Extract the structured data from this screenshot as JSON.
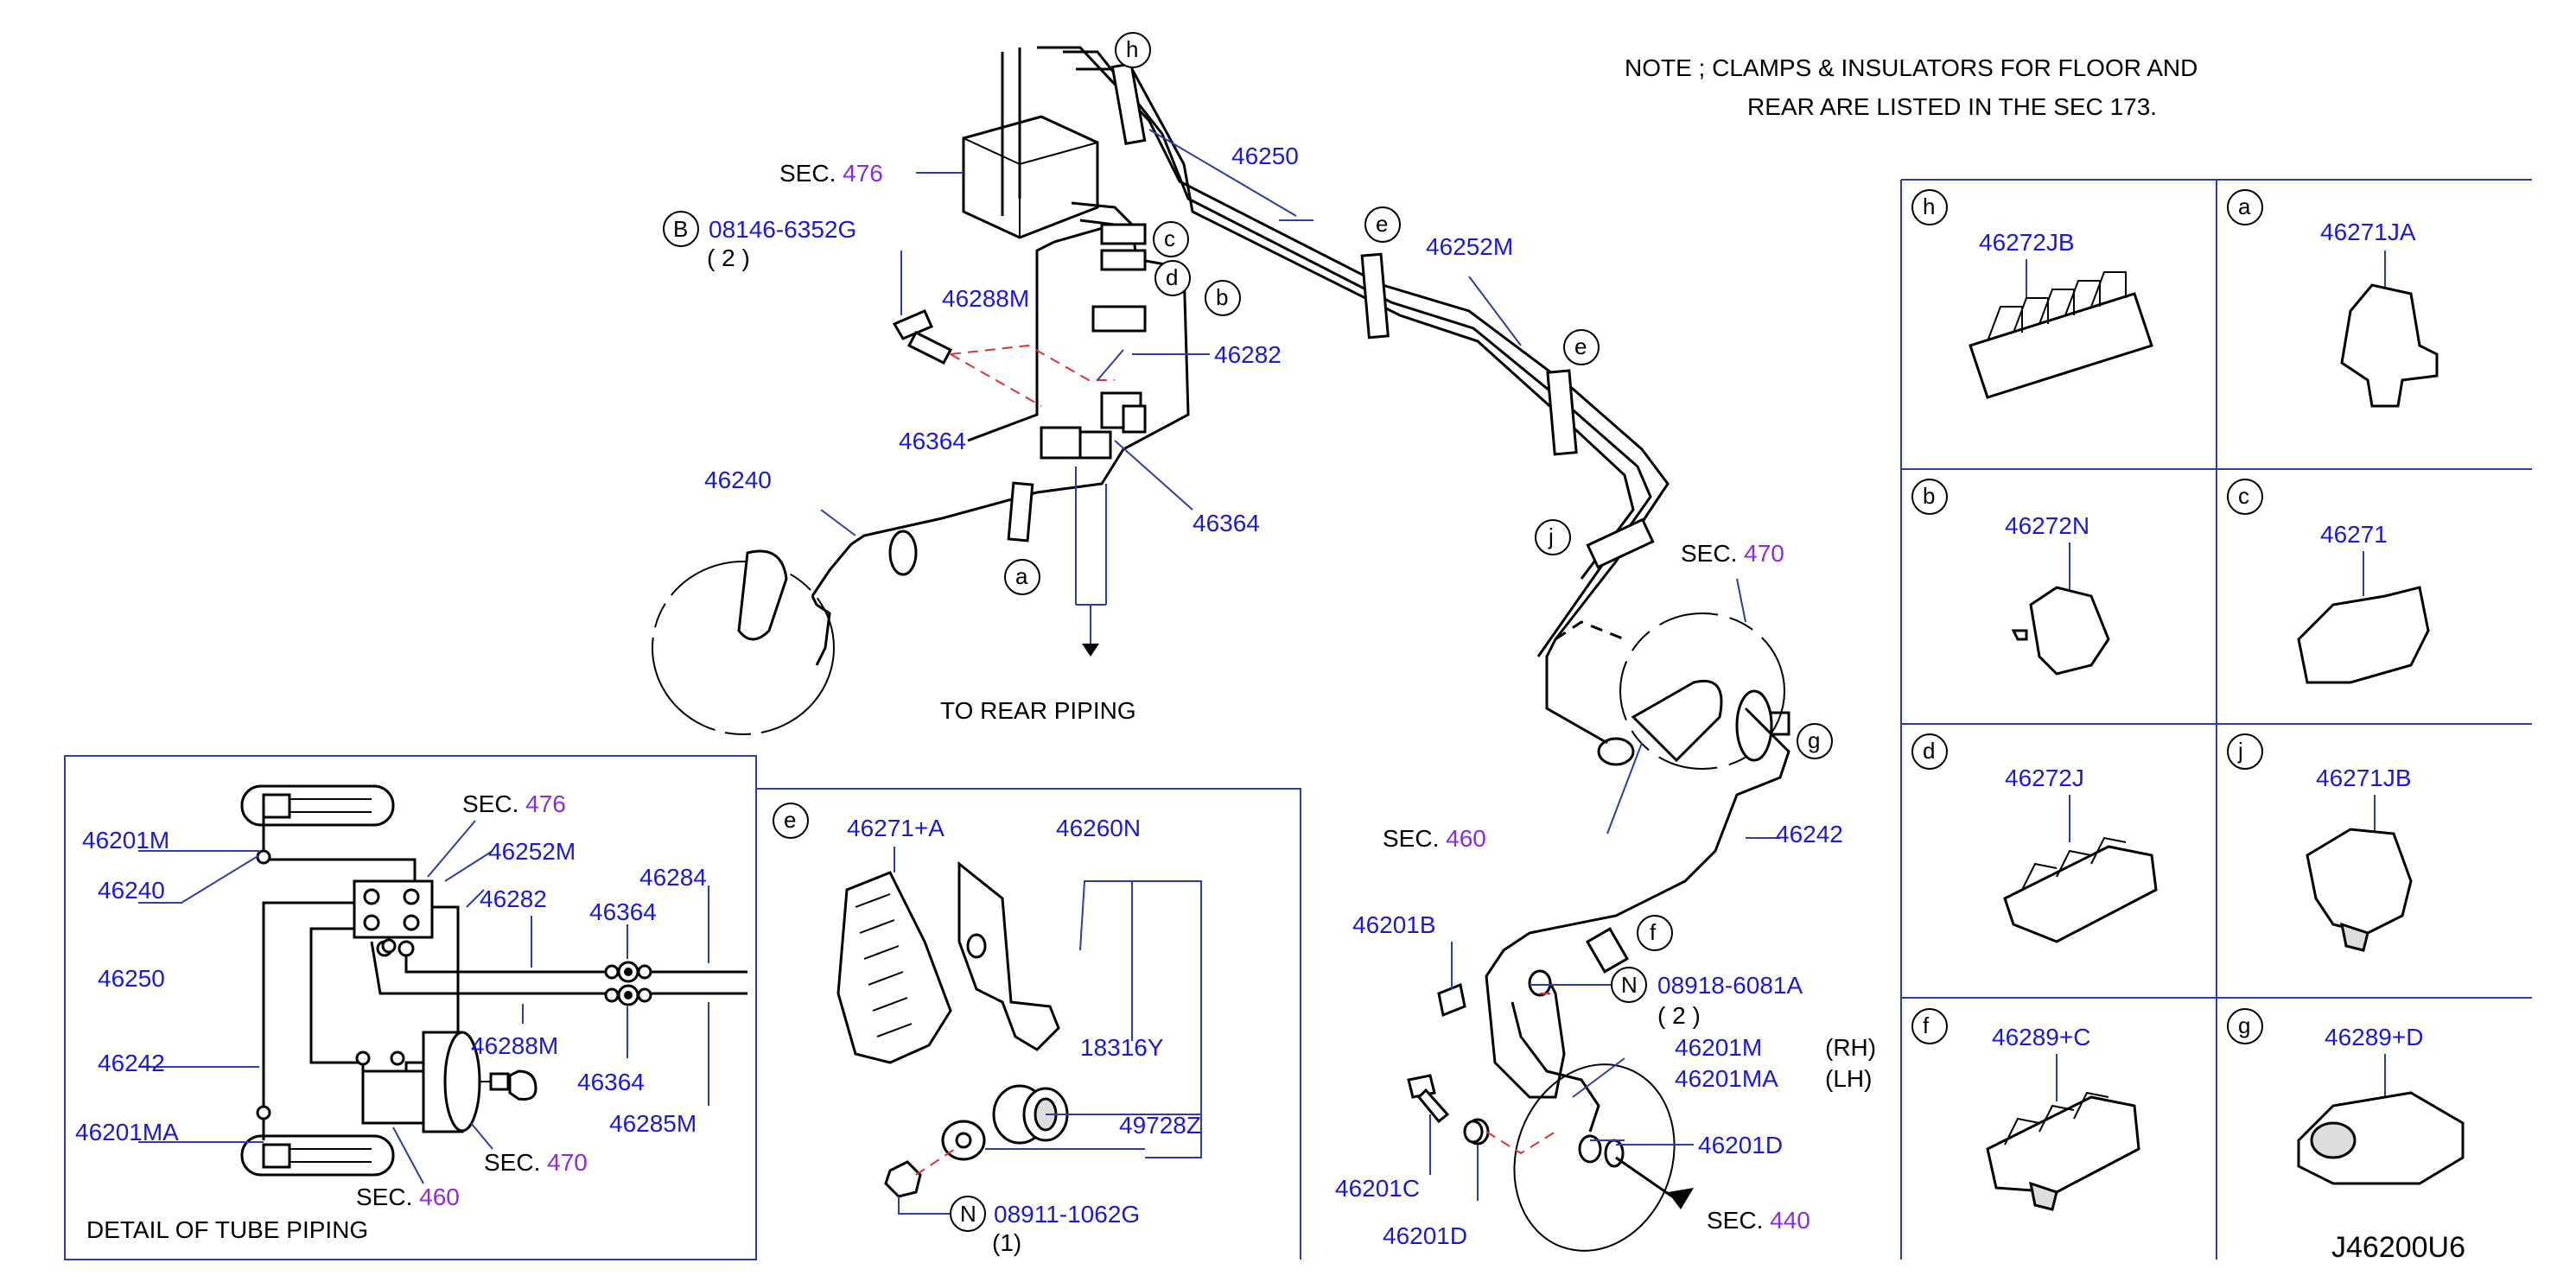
{
  "note": {
    "line1": "NOTE ; CLAMPS & INSULATORS FOR FLOOR AND",
    "line2": "REAR ARE LISTED IN THE SEC 173."
  },
  "drawing_code": "J46200U6",
  "sec_label": "SEC.",
  "main": {
    "sec476": "476",
    "sec470": "470",
    "sec460": "460",
    "sec440": "440",
    "bolt_b": {
      "letter": "B",
      "pn": "08146-6352G",
      "qty": "( 2 )"
    },
    "p46250": "46250",
    "p46252M": "46252M",
    "p46288M": "46288M",
    "p46282": "46282",
    "p46364a": "46364",
    "p46364b": "46364",
    "p46240": "46240",
    "to_rear": "TO REAR PIPING",
    "p46242": "46242",
    "p46201B": "46201B",
    "nut_n1": {
      "letter": "N",
      "pn": "08918-6081A",
      "qty": "( 2 )"
    },
    "p46201M": "46201M",
    "p46201MA": "46201MA",
    "rh": "(RH)",
    "lh": "(LH)",
    "p46201D_a": "46201D",
    "p46201C": "46201C",
    "p46201D_b": "46201D",
    "callouts": [
      "h",
      "c",
      "d",
      "b",
      "e",
      "e",
      "j",
      "g",
      "f",
      "a"
    ]
  },
  "detail": {
    "title": "DETAIL OF TUBE PIPING",
    "p46201M": "46201M",
    "p46240": "46240",
    "p46250": "46250",
    "p46242": "46242",
    "p46201MA": "46201MA",
    "sec476": "476",
    "p46252M": "46252M",
    "p46282": "46282",
    "p46364a": "46364",
    "p46284": "46284",
    "p46364b": "46364",
    "p46288M": "46288M",
    "p46285M": "46285M",
    "sec470": "470",
    "sec460": "460"
  },
  "clamp_box": {
    "letter": "e",
    "p46271A": "46271+A",
    "p46260N": "46260N",
    "p18316Y": "18316Y",
    "p49728Z": "49728Z",
    "nut_n": {
      "letter": "N",
      "pn": "08911-1062G",
      "qty": "(1)"
    }
  },
  "grid": [
    {
      "letter": "h",
      "pn": "46272JB"
    },
    {
      "letter": "a",
      "pn": "46271JA"
    },
    {
      "letter": "b",
      "pn": "46272N"
    },
    {
      "letter": "c",
      "pn": "46271"
    },
    {
      "letter": "d",
      "pn": "46272J"
    },
    {
      "letter": "j",
      "pn": "46271JB"
    },
    {
      "letter": "f",
      "pn": "46289+C"
    },
    {
      "letter": "g",
      "pn": "46289+D"
    }
  ]
}
